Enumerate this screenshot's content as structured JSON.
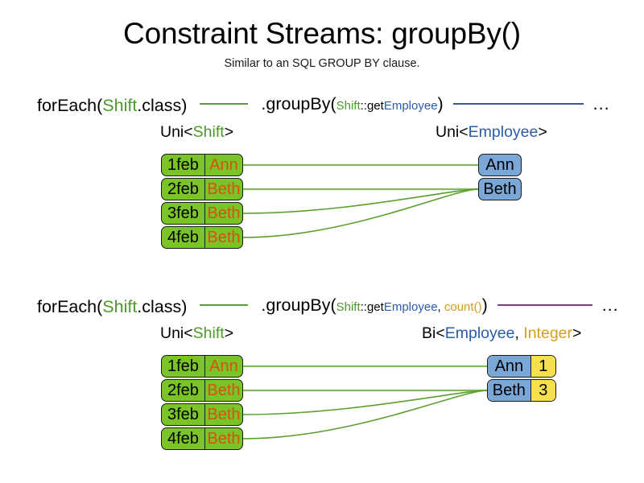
{
  "header": {
    "title": "Constraint Streams: groupBy()",
    "subtitle": "Similar to an SQL GROUP BY clause."
  },
  "colors": {
    "shift_green": "#7ac428",
    "employee_blue": "#7ba7d7",
    "count_yellow": "#f7e04f",
    "token_green": "#4c9a2a",
    "token_blue": "#2a5caa",
    "token_gold": "#d4a017",
    "name_orange": "#d94f14",
    "line_green": "#5aa02c",
    "line_blue": "#2a5caa",
    "line_purple": "#7b3f7b"
  },
  "diagrams": [
    {
      "id": "groupby-single",
      "pipeline": {
        "foreach_pre": "forEach(",
        "foreach_type": "Shift",
        "foreach_post": ".class)",
        "connector1_color": "#5aa02c",
        "groupby_pre": ".groupBy(",
        "groupby_arg_type": "Shift",
        "groupby_arg_sep": "::",
        "groupby_arg_method_get": "get",
        "groupby_arg_method_type": "Employee",
        "groupby_post": ")",
        "connector2_color": "#2a5caa",
        "ellipsis": "..."
      },
      "left_label": {
        "prefix": "Uni<",
        "type": "Shift",
        "suffix": ">"
      },
      "right_label": {
        "prefix": "Uni<",
        "type": "Employee",
        "suffix": ">"
      },
      "left_rows": [
        {
          "date": "1feb",
          "employee": "Ann"
        },
        {
          "date": "2feb",
          "employee": "Beth"
        },
        {
          "date": "3feb",
          "employee": "Beth"
        },
        {
          "date": "4feb",
          "employee": "Beth"
        }
      ],
      "right_rows": [
        {
          "employee": "Ann"
        },
        {
          "employee": "Beth"
        }
      ],
      "mappings": [
        {
          "from": 0,
          "to": 0
        },
        {
          "from": 1,
          "to": 1
        },
        {
          "from": 2,
          "to": 1
        },
        {
          "from": 3,
          "to": 1
        }
      ]
    },
    {
      "id": "groupby-count",
      "pipeline": {
        "foreach_pre": "forEach(",
        "foreach_type": "Shift",
        "foreach_post": ".class)",
        "connector1_color": "#5aa02c",
        "groupby_pre": ".groupBy(",
        "groupby_arg_type": "Shift",
        "groupby_arg_sep": "::",
        "groupby_arg_method_get": "get",
        "groupby_arg_method_type": "Employee",
        "groupby_arg_comma": ", ",
        "groupby_arg_collector": "count()",
        "groupby_post": ")",
        "connector2_color": "#7b3f7b",
        "ellipsis": "..."
      },
      "left_label": {
        "prefix": "Uni<",
        "type": "Shift",
        "suffix": ">"
      },
      "right_label": {
        "prefix": "Bi<",
        "type": "Employee",
        "comma": ", ",
        "type2": "Integer",
        "suffix": ">"
      },
      "left_rows": [
        {
          "date": "1feb",
          "employee": "Ann"
        },
        {
          "date": "2feb",
          "employee": "Beth"
        },
        {
          "date": "3feb",
          "employee": "Beth"
        },
        {
          "date": "4feb",
          "employee": "Beth"
        }
      ],
      "right_rows": [
        {
          "employee": "Ann",
          "count": "1"
        },
        {
          "employee": "Beth",
          "count": "3"
        }
      ],
      "mappings": [
        {
          "from": 0,
          "to": 0
        },
        {
          "from": 1,
          "to": 1
        },
        {
          "from": 2,
          "to": 1
        },
        {
          "from": 3,
          "to": 1
        }
      ]
    }
  ]
}
